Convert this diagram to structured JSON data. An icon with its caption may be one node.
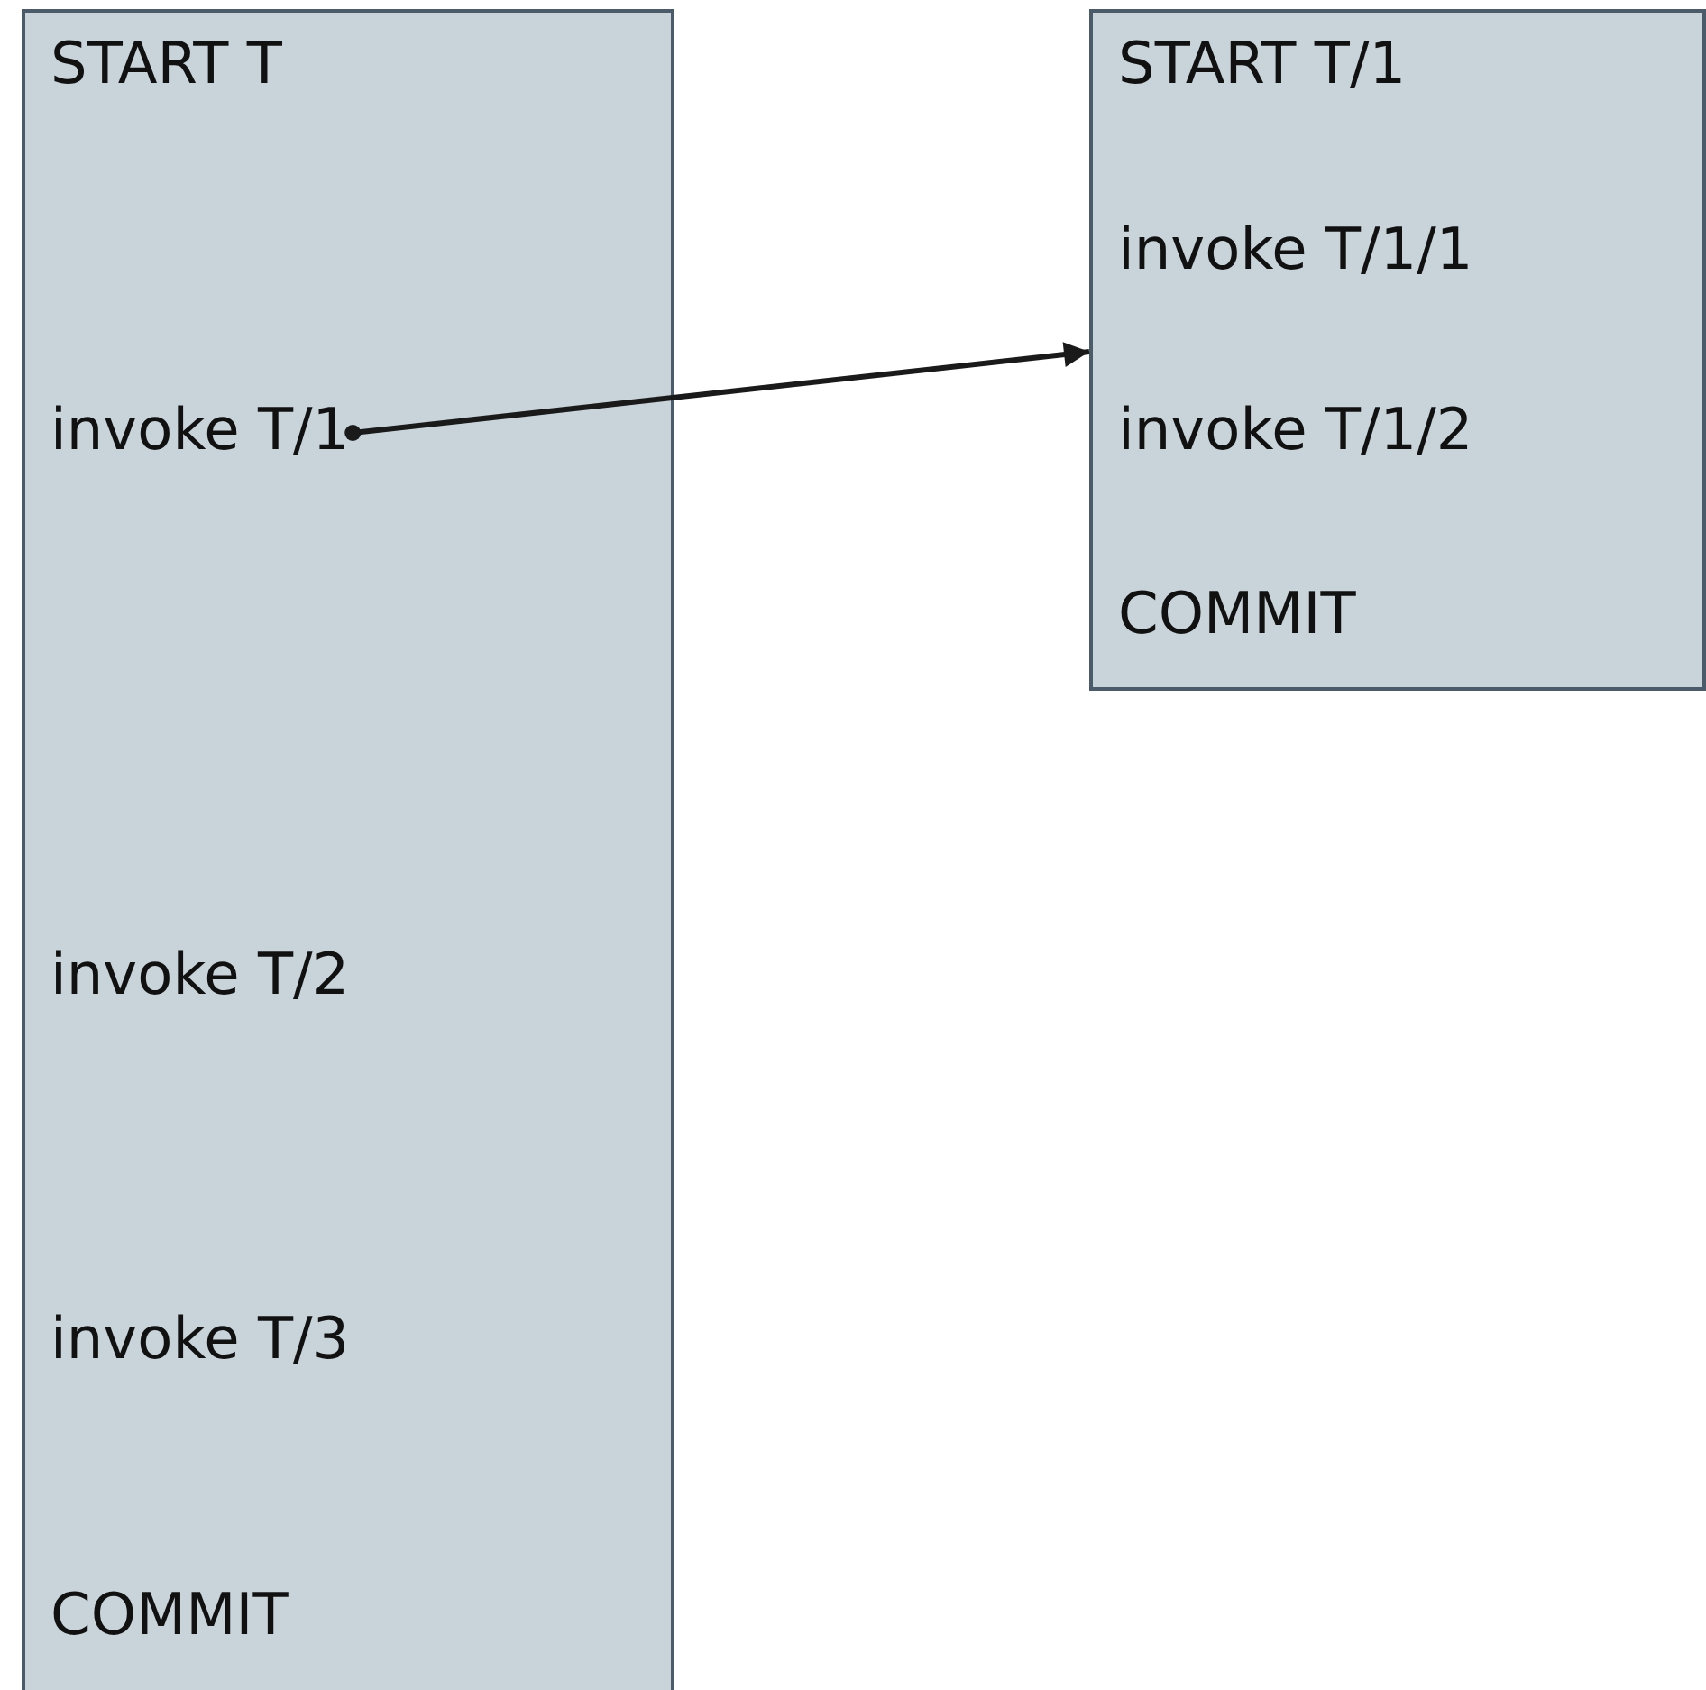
{
  "diagram": {
    "nodes": [
      {
        "text": [],
        "shape": "box"
      },
      {
        "text": [
          "START T"
        ],
        "in": 0
      },
      {
        "text": [
          "invoke T/1"
        ],
        "in": 0
      },
      {
        "text": [
          "invoke T/2"
        ],
        "in": 0
      },
      {
        "text": [
          "invoke T/3"
        ],
        "in": 0
      },
      {
        "text": [
          "COMMIT"
        ],
        "in": 0
      },
      {
        "text": [
          "START T/1",
          "invoke T/1/1",
          "invoke T/1/2",
          "COMMIT"
        ]
      }
    ],
    "edges": [
      {
        "from": 2,
        "to": 6,
        "arrow": "to"
      }
    ]
  }
}
